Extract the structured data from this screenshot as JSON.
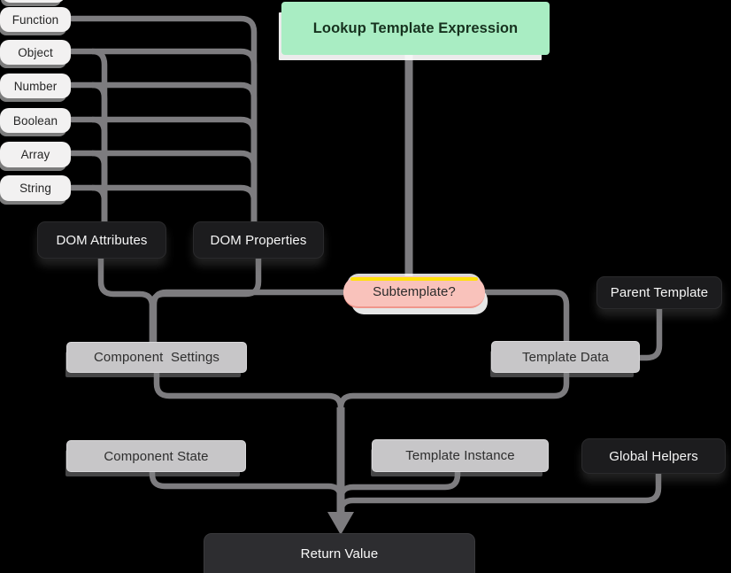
{
  "diagram": {
    "title": "Lookup Template Expression flow diagram",
    "colors": {
      "background": "#000000",
      "wire": "#7d7c7f",
      "lookup_bg": "#a9edc3",
      "subtemplate_bg": "#f9c2bb",
      "subtemplate_accent_top": "#ffe10a",
      "dark_node_bg": "#1c1c1e",
      "gray_node_bg": "#c7c6c8",
      "light_node_bg": "#f2f1f1",
      "return_node_bg": "#2d2d30"
    },
    "nodes": {
      "types": [
        {
          "label": "Function"
        },
        {
          "label": "Object"
        },
        {
          "label": "Number"
        },
        {
          "label": "Boolean"
        },
        {
          "label": "Array"
        },
        {
          "label": "String"
        }
      ],
      "lookup": {
        "label": "Lookup Template Expression"
      },
      "dom_attributes": {
        "label": "DOM Attributes"
      },
      "dom_properties": {
        "label": "DOM Properties"
      },
      "subtemplate": {
        "label": "Subtemplate?"
      },
      "parent_template": {
        "label": "Parent Template"
      },
      "component_settings": {
        "label": "Component  Settings"
      },
      "template_data": {
        "label": "Template Data"
      },
      "component_state": {
        "label": "Component State"
      },
      "template_instance": {
        "label": "Template Instance"
      },
      "global_helpers": {
        "label": "Global Helpers"
      },
      "return_value": {
        "label": "Return Value"
      }
    },
    "edges": [
      "Function -> DOM Properties",
      "Object/Number/Boolean/Array/String -> DOM Attributes",
      "Object/Number/Boolean/Array/String -> DOM Properties",
      "Lookup Template Expression -> Subtemplate?",
      "DOM Attributes -> Component Settings",
      "DOM Properties -> Component Settings",
      "Subtemplate? -> Component Settings",
      "Subtemplate? -> Template Data",
      "Parent Template -> Template Data",
      "Component Settings -> Return Value",
      "Template Data -> Return Value",
      "Component State -> Return Value",
      "Template Instance -> Return Value",
      "Global Helpers -> Return Value"
    ]
  }
}
